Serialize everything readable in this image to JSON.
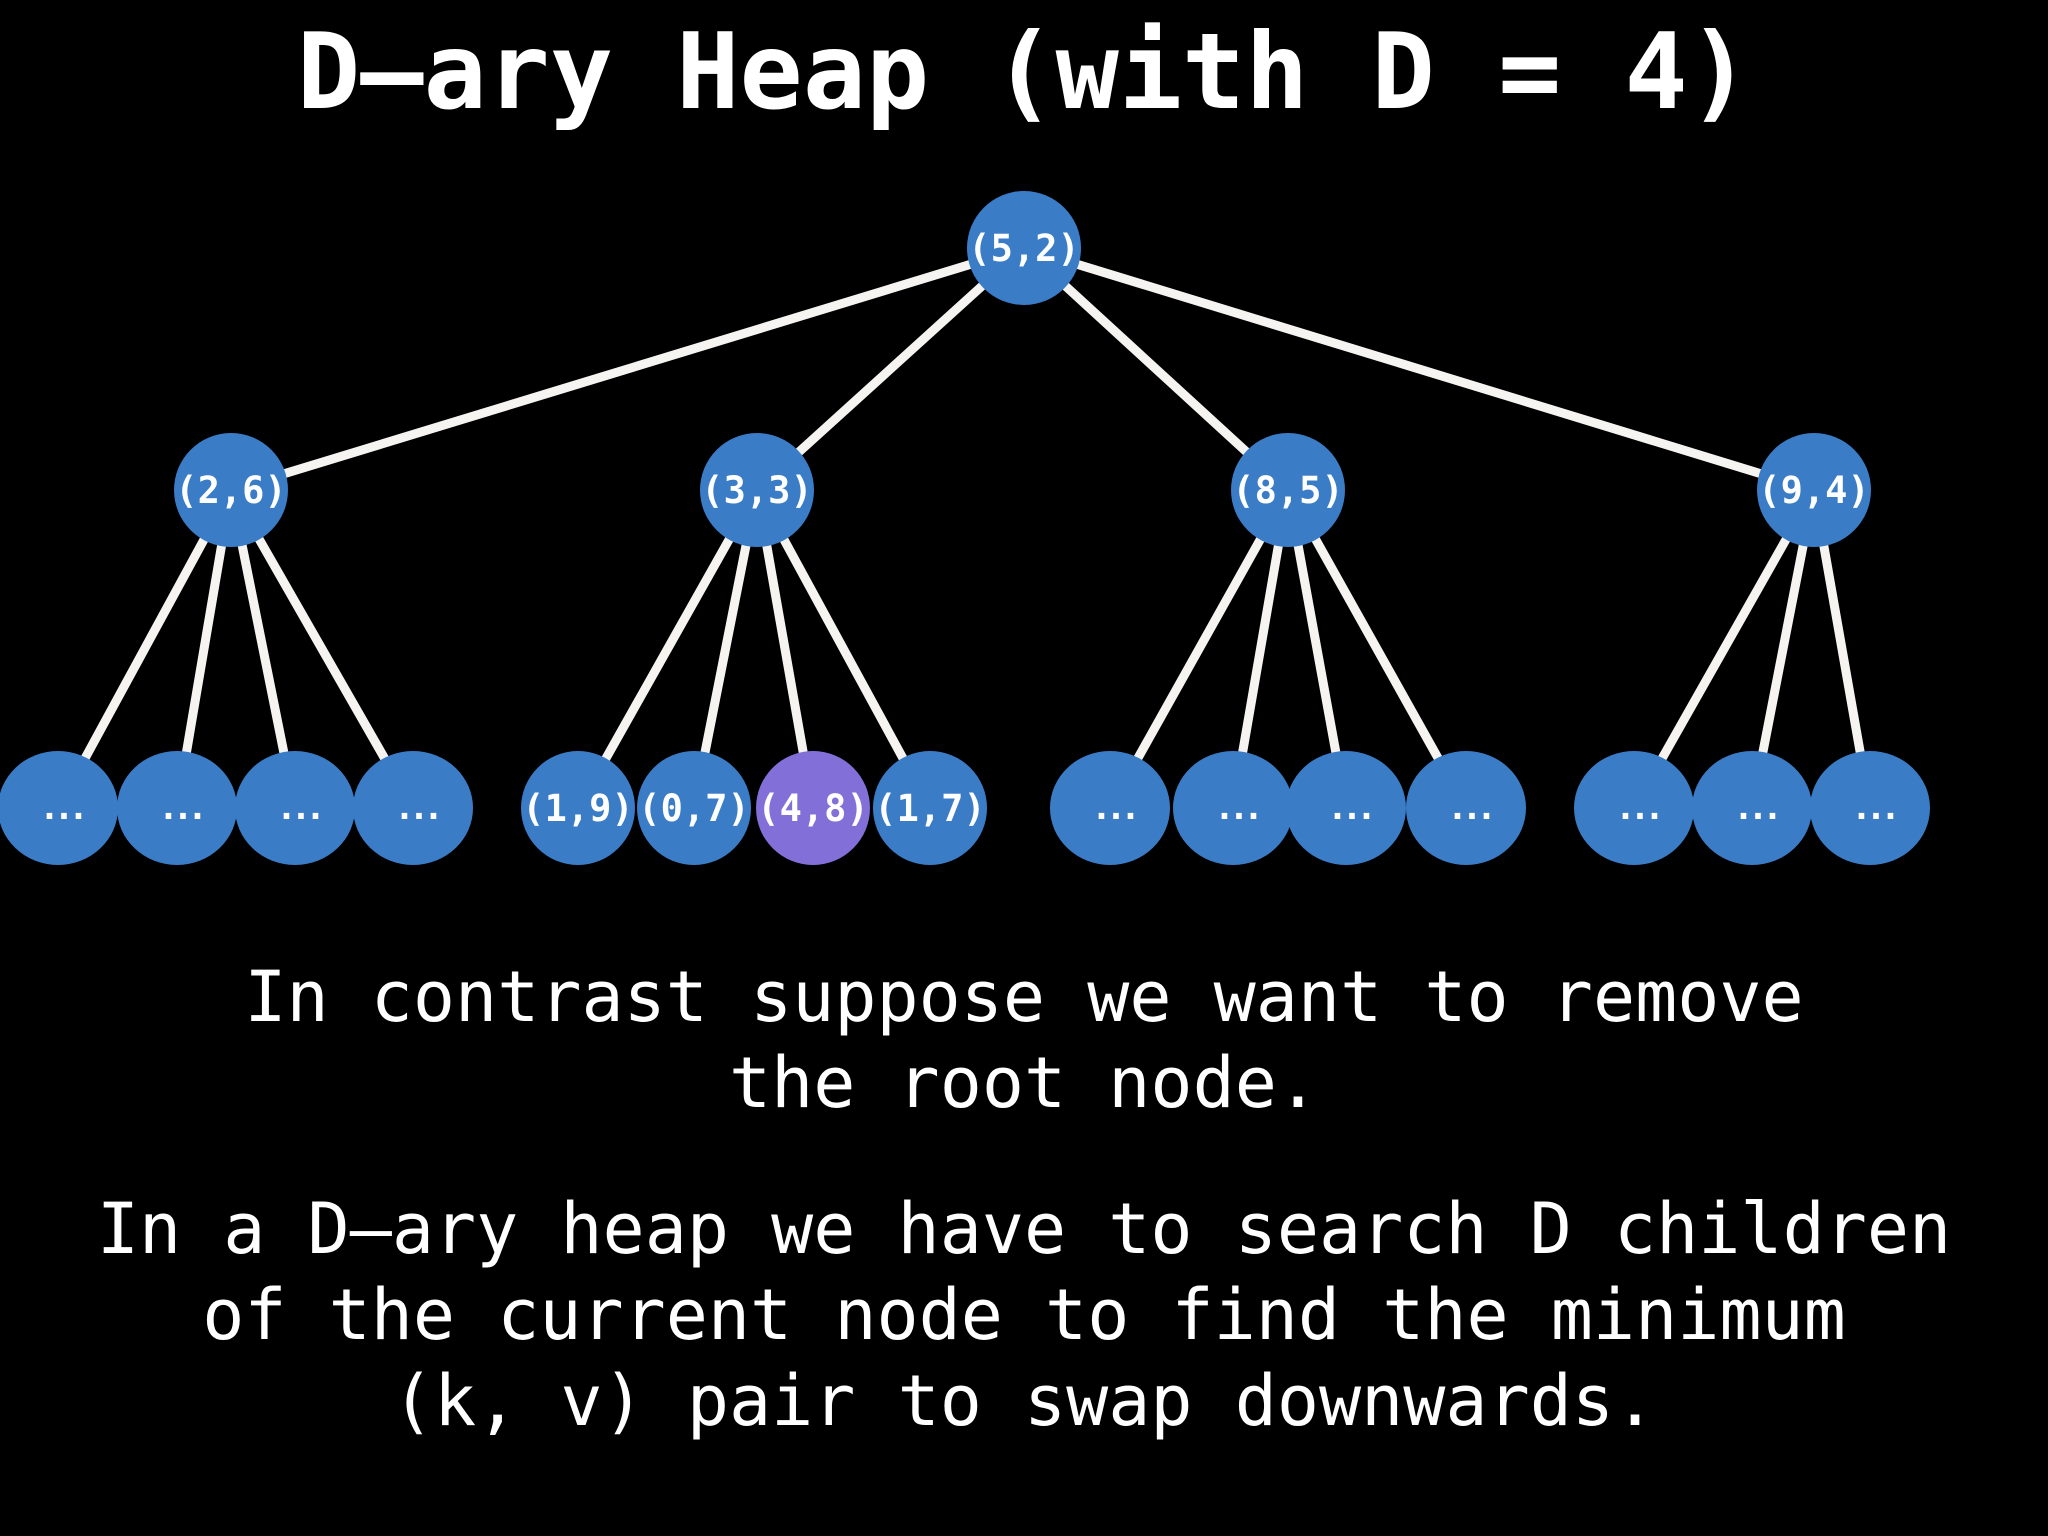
{
  "title": "D–ary Heap (with D = 4)",
  "colors": {
    "background": "#000000",
    "node_fill": "#3b7cc7",
    "node_highlight_fill": "#8270d8",
    "edge": "#f6f4f1",
    "text": "#ffffff"
  },
  "tree": {
    "description": "4-ary min-heap diagram, root plus two levels",
    "highlighted_node_label": "(4,8)",
    "nodes": [
      {
        "id": "root",
        "label": "(5,2)",
        "parent": null,
        "highlighted": false
      },
      {
        "id": "c1",
        "label": "(2,6)",
        "parent": "root",
        "highlighted": false
      },
      {
        "id": "c2",
        "label": "(3,3)",
        "parent": "root",
        "highlighted": false
      },
      {
        "id": "c3",
        "label": "(8,5)",
        "parent": "root",
        "highlighted": false
      },
      {
        "id": "c4",
        "label": "(9,4)",
        "parent": "root",
        "highlighted": false
      },
      {
        "id": "l11",
        "label": "...",
        "parent": "c1",
        "highlighted": false
      },
      {
        "id": "l12",
        "label": "...",
        "parent": "c1",
        "highlighted": false
      },
      {
        "id": "l13",
        "label": "...",
        "parent": "c1",
        "highlighted": false
      },
      {
        "id": "l14",
        "label": "...",
        "parent": "c1",
        "highlighted": false
      },
      {
        "id": "l21",
        "label": "(1,9)",
        "parent": "c2",
        "highlighted": false
      },
      {
        "id": "l22",
        "label": "(0,7)",
        "parent": "c2",
        "highlighted": false
      },
      {
        "id": "l23",
        "label": "(4,8)",
        "parent": "c2",
        "highlighted": true
      },
      {
        "id": "l24",
        "label": "(1,7)",
        "parent": "c2",
        "highlighted": false
      },
      {
        "id": "l31",
        "label": "...",
        "parent": "c3",
        "highlighted": false
      },
      {
        "id": "l32",
        "label": "...",
        "parent": "c3",
        "highlighted": false
      },
      {
        "id": "l33",
        "label": "...",
        "parent": "c3",
        "highlighted": false
      },
      {
        "id": "l34",
        "label": "...",
        "parent": "c3",
        "highlighted": false
      },
      {
        "id": "l41",
        "label": "...",
        "parent": "c4",
        "highlighted": false
      },
      {
        "id": "l42",
        "label": "...",
        "parent": "c4",
        "highlighted": false
      },
      {
        "id": "l43",
        "label": "...",
        "parent": "c4",
        "highlighted": false
      }
    ]
  },
  "paragraphs": [
    {
      "lines": [
        "In contrast suppose we want to remove",
        "the root node."
      ]
    },
    {
      "lines": [
        "In a D–ary heap we have to search D children",
        "of the current node to find the minimum",
        "(k, v) pair to swap downwards."
      ]
    }
  ]
}
